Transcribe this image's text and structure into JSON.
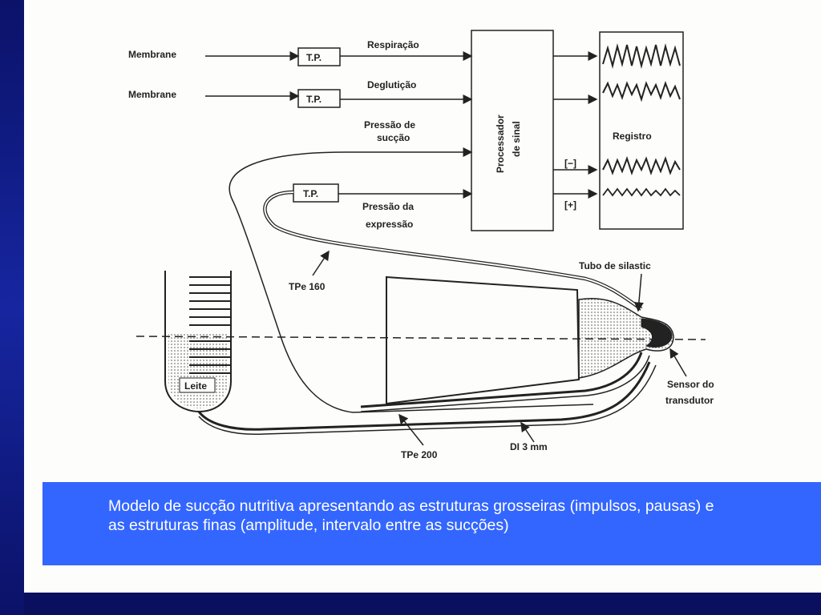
{
  "diagram": {
    "labels": {
      "membrane_1": "Membrane",
      "membrane_2": "Membrane",
      "tp_1": "T.P.",
      "tp_2": "T.P.",
      "tp_3": "T.P.",
      "respiration": "Respiração",
      "swallowing": "Deglutição",
      "suction_pressure_line1": "Pressão de",
      "suction_pressure_line2": "sucção",
      "expression_pressure_line1": "Pressão da",
      "expression_pressure_line2": "expressão",
      "processor_line1": "Processador",
      "processor_line2": "de sinal",
      "minus": "[−]",
      "plus": "[+]",
      "recorder": "Registro",
      "silastic_tube": "Tubo de silastic",
      "tpe_160": "TPe 160",
      "milk": "Leite",
      "sensor_line1": "Sensor do",
      "sensor_line2": "transdutor",
      "di_3mm": "DI 3 mm",
      "tpe_200": "TPe 200"
    }
  },
  "caption": {
    "text": "Modelo de sucção nutritiva apresentando as estruturas grosseiras (impulsos, pausas) e as estruturas finas (amplitude, intervalo entre as sucções)"
  },
  "colors": {
    "background": "#0a0f5e",
    "panel": "#fdfdfb",
    "caption_box": "#3366ff",
    "caption_text": "#ffffff",
    "ink": "#222222"
  }
}
